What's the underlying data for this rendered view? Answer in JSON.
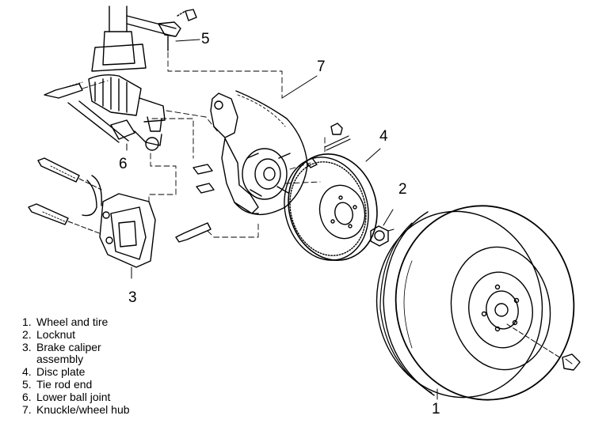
{
  "colors": {
    "ink": "#000000",
    "paper": "#ffffff"
  },
  "callouts": [
    {
      "id": "1",
      "text": "1"
    },
    {
      "id": "2",
      "text": "2"
    },
    {
      "id": "3",
      "text": "3"
    },
    {
      "id": "4",
      "text": "4"
    },
    {
      "id": "5",
      "text": "5"
    },
    {
      "id": "6",
      "text": "6"
    },
    {
      "id": "7",
      "text": "7"
    }
  ],
  "legend": [
    {
      "num": "1.",
      "text": "Wheel and tire"
    },
    {
      "num": "2.",
      "text": "Locknut"
    },
    {
      "num": "3.",
      "text": "Brake caliper assembly"
    },
    {
      "num": "4.",
      "text": "Disc plate"
    },
    {
      "num": "5.",
      "text": "Tie rod end"
    },
    {
      "num": "6.",
      "text": "Lower ball joint"
    },
    {
      "num": "7.",
      "text": "Knuckle/wheel hub"
    }
  ]
}
